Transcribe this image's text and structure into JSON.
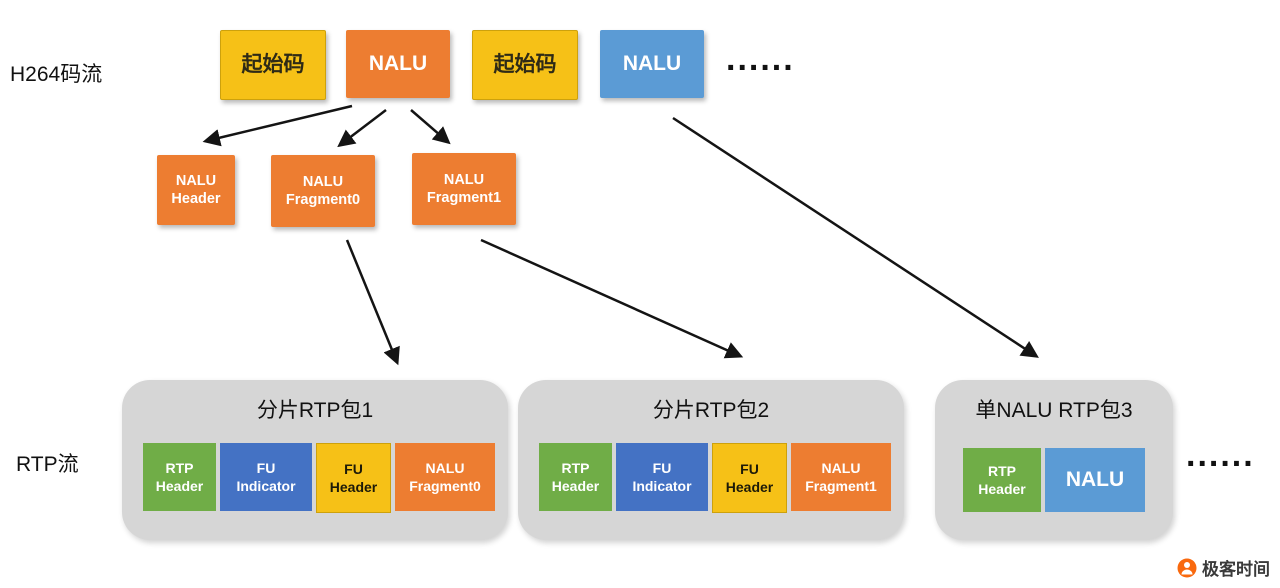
{
  "labels": {
    "h264_stream": "H264码流",
    "rtp_stream": "RTP流"
  },
  "top_row": {
    "start_code_1": "起始码",
    "nalu_orange": "NALU",
    "start_code_2": "起始码",
    "nalu_blue": "NALU",
    "ellipsis": "......"
  },
  "nalu_parts": {
    "header": "NALU\nHeader",
    "fragment0": "NALU\nFragment0",
    "fragment1": "NALU\nFragment1"
  },
  "rtp_packets": [
    {
      "title": "分片RTP包1",
      "fields": [
        "RTP\nHeader",
        "FU\nIndicator",
        "FU\nHeader",
        "NALU\nFragment0"
      ]
    },
    {
      "title": "分片RTP包2",
      "fields": [
        "RTP\nHeader",
        "FU\nIndicator",
        "FU\nHeader",
        "NALU\nFragment1"
      ]
    },
    {
      "title": "单NALU RTP包3",
      "fields": [
        "RTP\nHeader",
        "NALU"
      ]
    }
  ],
  "rtp_ellipsis": "......",
  "logo": {
    "text": "极客时间"
  },
  "colors": {
    "yellow": "#F6C117",
    "orange": "#ED7D31",
    "blue": "#5B9BD5",
    "dark_blue": "#4472C4",
    "green": "#70AD47",
    "container_gray": "#D6D6D6",
    "arrow": "#141414",
    "logo_orange": "#F9690E"
  }
}
